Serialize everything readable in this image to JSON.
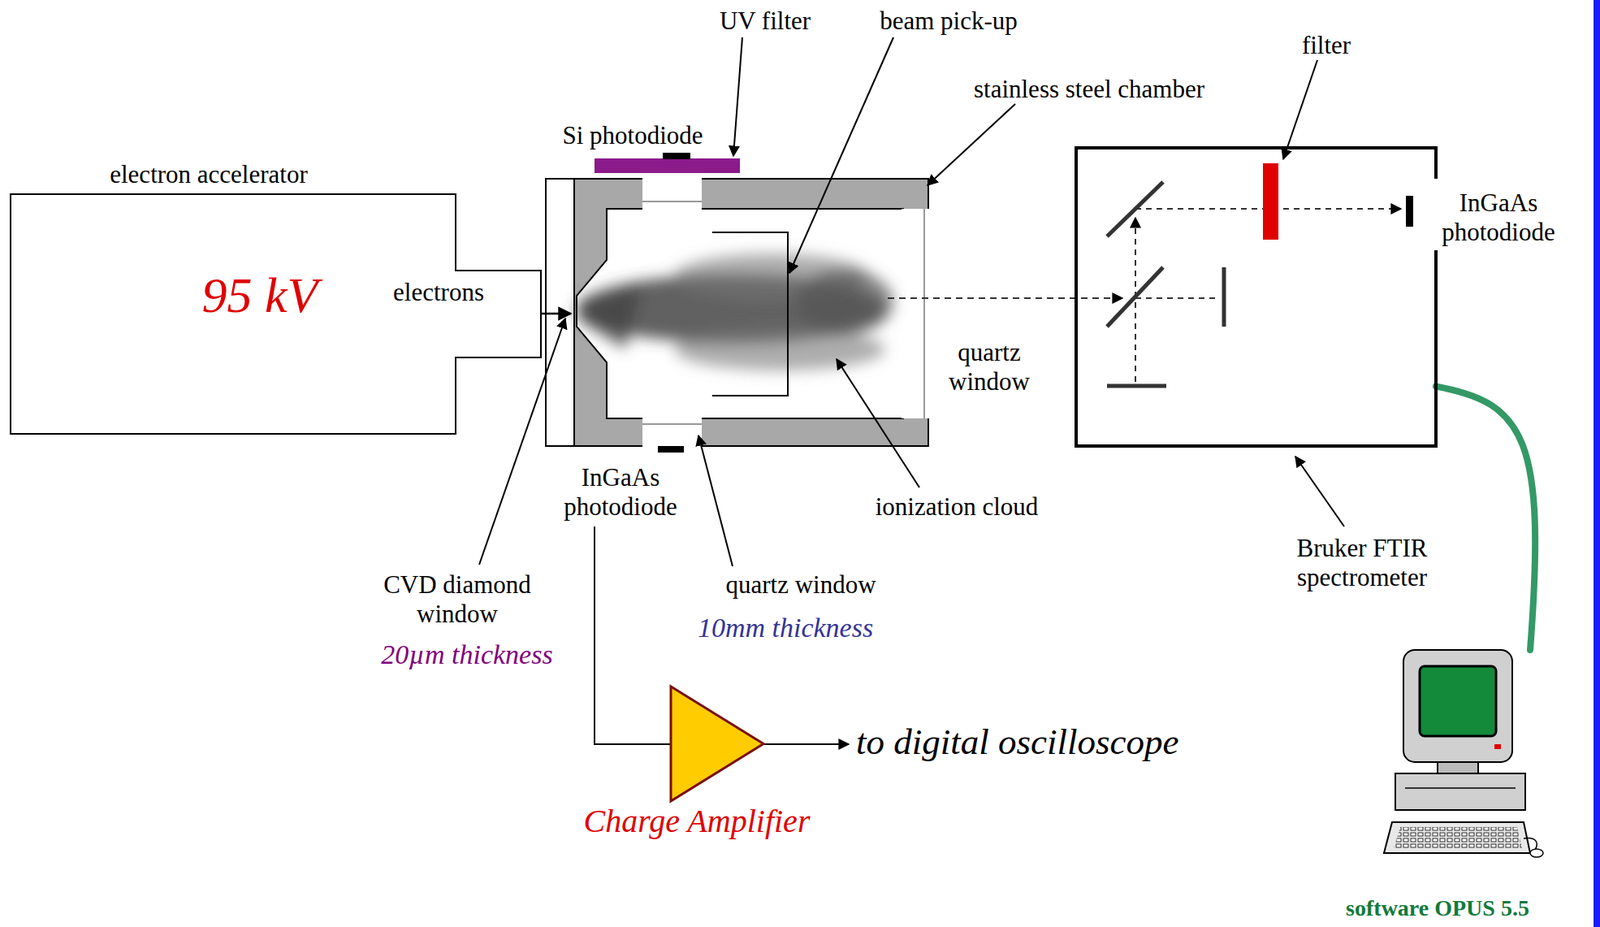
{
  "diagram": {
    "nodes": [
      {
        "text": [
          "electron accelerator",
          "95 kV"
        ]
      },
      {
        "text": [
          "Bruker FTIR spectrometer"
        ]
      },
      {
        "text": [
          "software OPUS 5.5"
        ]
      },
      {
        "text": [
          "Charge Amplifier"
        ]
      }
    ],
    "edges": [
      {
        "from": 1,
        "to": 2,
        "arrow": "none"
      }
    ],
    "labels": [
      "electrons",
      "Si photodiode",
      "UV filter",
      "beam pick-up",
      "stainless steel chamber",
      "filter",
      "InGaAs photodiode",
      "quartz window",
      "InGaAs photodiode",
      "ionization cloud",
      "CVD diamond window",
      "20µm thickness",
      "quartz window",
      "10mm thickness",
      "to digital oscilloscope"
    ]
  }
}
